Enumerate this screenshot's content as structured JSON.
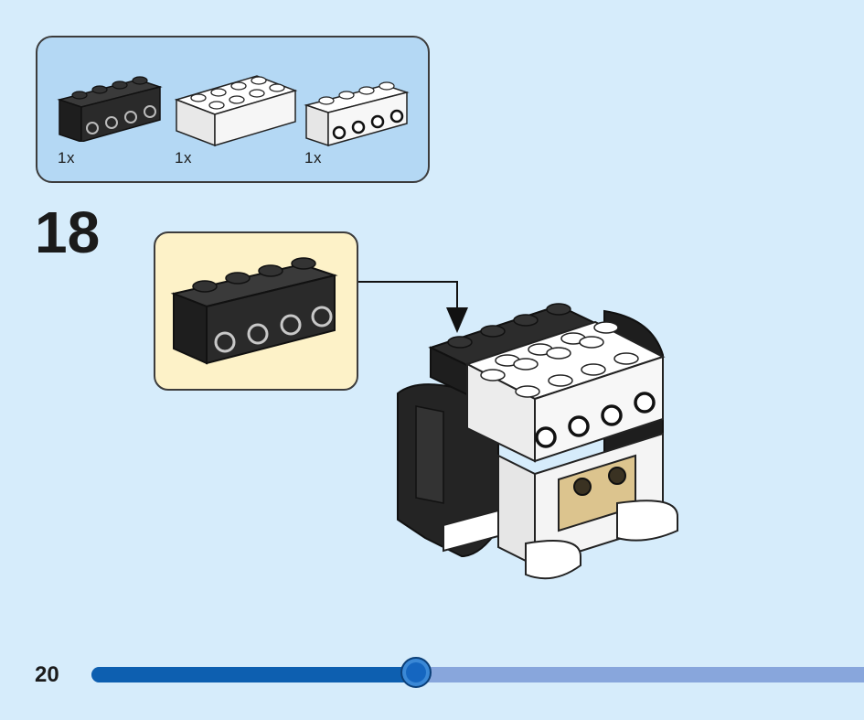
{
  "parts_list": {
    "items": [
      {
        "color": "black",
        "brick": "1x4-brick-with-studs-on-side",
        "quantity": "1x"
      },
      {
        "color": "white",
        "brick": "2x4-brick",
        "quantity": "1x"
      },
      {
        "color": "white",
        "brick": "1x4-brick-with-studs-on-side",
        "quantity": "1x"
      }
    ]
  },
  "step": {
    "number": "18"
  },
  "callout": {
    "part": "1x4-brick-with-studs-on-side",
    "color": "black"
  },
  "footer": {
    "page_number": "20"
  },
  "progress": {
    "fraction": 0.42
  },
  "colors": {
    "background": "#d6ecfb",
    "parts_box": "#b4d8f4",
    "callout_box": "#fdf2c8",
    "progress_fill": "#0d5fb0",
    "progress_track": "#88a6dc",
    "brick_black": "#2a2a2a",
    "brick_white": "#ffffff",
    "brick_tan": "#dcc48e"
  }
}
